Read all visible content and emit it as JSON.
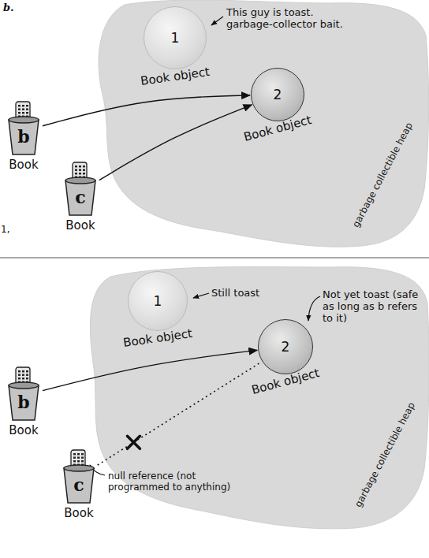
{
  "diagram": {
    "nodes": [
      {
        "text": [
          "garbage collectible heap"
        ]
      },
      {
        "text": [
          "1",
          "Book object"
        ],
        "in": 0
      },
      {
        "text": [
          "2",
          "Book object"
        ],
        "in": 0
      },
      {
        "text": [
          "b",
          "Book"
        ]
      },
      {
        "text": [
          "c",
          "Book"
        ]
      },
      {
        "text": [
          "garbage collectible heap"
        ]
      },
      {
        "text": [
          "1",
          "Book object"
        ],
        "in": 5
      },
      {
        "text": [
          "2",
          "Book object"
        ],
        "in": 5
      },
      {
        "text": [
          "b",
          "Book"
        ]
      },
      {
        "text": [
          "c",
          "Book"
        ]
      }
    ],
    "edges": [
      {
        "from": 3,
        "to": 2,
        "arrow": "to"
      },
      {
        "from": 4,
        "to": 2,
        "arrow": "to"
      },
      {
        "from": 8,
        "to": 7,
        "arrow": "to"
      },
      {
        "from": 9,
        "to": 7,
        "arrow": "none"
      }
    ],
    "labels": [
      "b.",
      "This guy is toast. garbage-collector bait.",
      "1,",
      "Still toast",
      "Not yet toast (safe as long as b refers to it)",
      "null reference (not programmed to anything)"
    ]
  }
}
